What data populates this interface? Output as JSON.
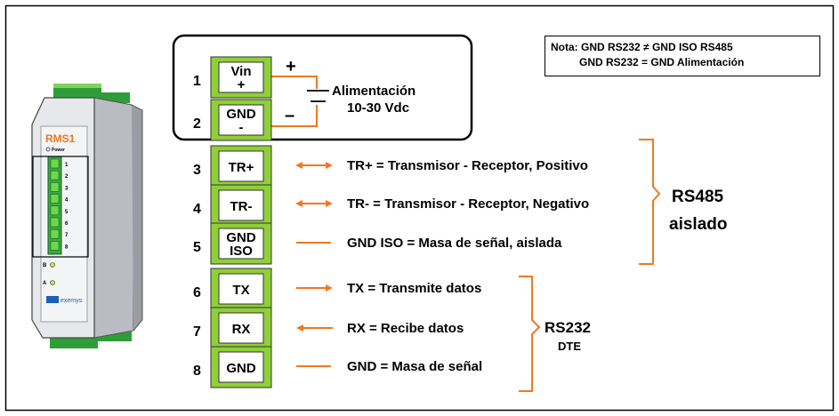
{
  "note": {
    "line1": "Nota: GND RS232 ≠  GND ISO RS485",
    "line2": "GND RS232 =  GND Alimentación"
  },
  "device": {
    "name": "RMS1",
    "power_label": "Power",
    "led_b": "B",
    "led_a": "A",
    "brand": "exemys",
    "terminal_numbers": [
      "1",
      "2",
      "3",
      "4",
      "5",
      "6",
      "7",
      "8"
    ]
  },
  "pins": [
    {
      "num": "1",
      "label_top": "Vin",
      "label_bottom": "+"
    },
    {
      "num": "2",
      "label_top": "GND",
      "label_bottom": "-"
    },
    {
      "num": "3",
      "label_top": "TR+",
      "label_bottom": ""
    },
    {
      "num": "4",
      "label_top": "TR-",
      "label_bottom": ""
    },
    {
      "num": "5",
      "label_top": "GND",
      "label_bottom": "ISO"
    },
    {
      "num": "6",
      "label_top": "TX",
      "label_bottom": ""
    },
    {
      "num": "7",
      "label_top": "RX",
      "label_bottom": ""
    },
    {
      "num": "8",
      "label_top": "GND",
      "label_bottom": ""
    }
  ],
  "power": {
    "plus": "+",
    "minus": "–",
    "label1": "Alimentación",
    "label2": "10-30 Vdc"
  },
  "descriptions": [
    "TR+ = Transmisor - Receptor,  Positivo",
    "TR- = Transmisor - Receptor,  Negativo",
    "GND ISO = Masa de señal, aislada",
    "TX = Transmite datos",
    "RX = Recibe datos",
    "GND = Masa de señal"
  ],
  "groups": {
    "rs485_line1": "RS485",
    "rs485_line2": "aislado",
    "rs232_line1": "RS232",
    "rs232_line2": "DTE"
  },
  "colors": {
    "accent_orange": "#f07820",
    "terminal_green": "#8fcf3a",
    "device_body": "#e6e8ec"
  }
}
